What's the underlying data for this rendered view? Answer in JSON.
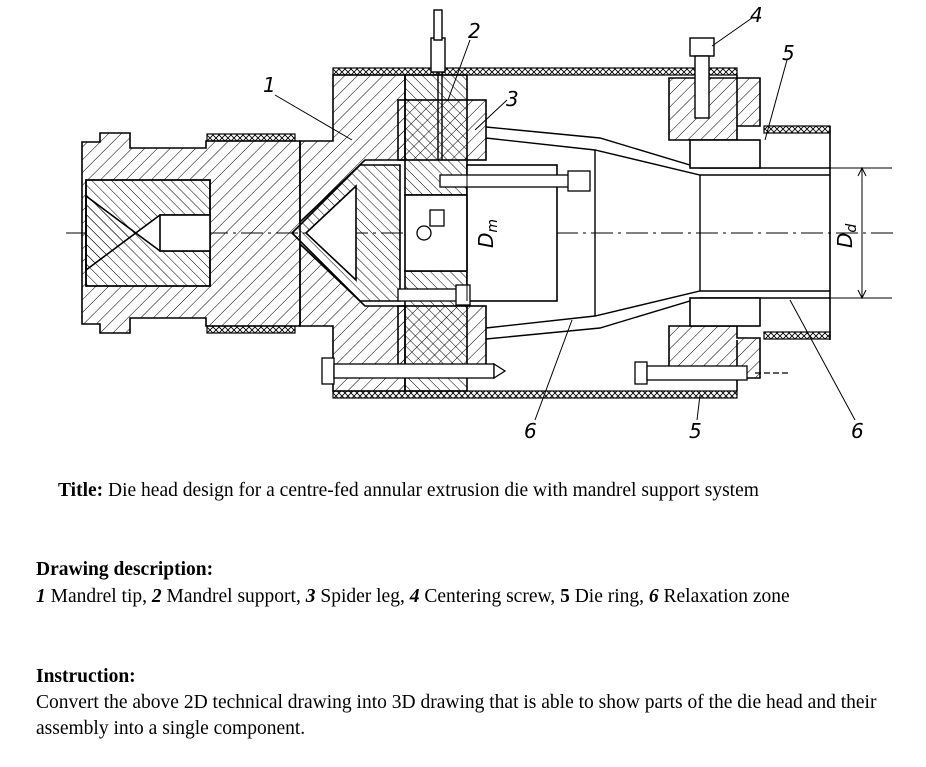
{
  "drawing": {
    "callouts": {
      "c1": "1",
      "c2": "2",
      "c3": "3",
      "c4": "4",
      "c5a": "5",
      "c6a": "6",
      "c5b": "5",
      "c6b": "6"
    },
    "dims": {
      "dm": "Dm",
      "dd": "Dd"
    }
  },
  "title": {
    "label": "Title:",
    "text": " Die head design for a centre-fed annular extrusion die with mandrel support system"
  },
  "description": {
    "heading": "Drawing description:",
    "items": [
      {
        "num": "1",
        "name": " Mandrel tip, "
      },
      {
        "num": "2",
        "name": " Mandrel support, "
      },
      {
        "num": "3",
        "name": " Spider leg, "
      },
      {
        "num": "4",
        "name": " Centering screw, "
      },
      {
        "num": "5",
        "name": " Die ring, "
      },
      {
        "num": "6",
        "name": " Relaxation zone"
      }
    ]
  },
  "instruction": {
    "heading": "Instruction:",
    "text": "Convert the above 2D technical drawing into 3D drawing that is able to show parts of the die head and their assembly into a single component."
  }
}
